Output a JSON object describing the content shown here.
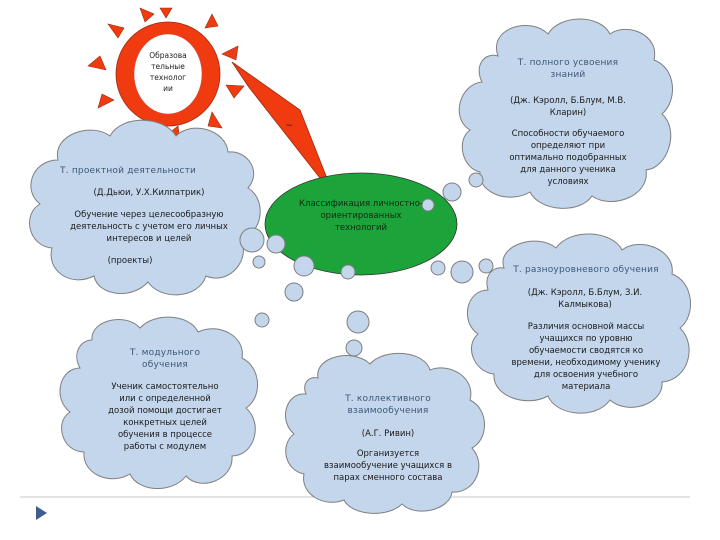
{
  "sun": {
    "label": "Образова\nтельные\nтехнолог\nии"
  },
  "arrow_mark": "~",
  "center": {
    "label": "Классификация личностно-\nориентированных\nтехнологий"
  },
  "clouds": {
    "full_mastery": {
      "title": "Т. полного усвоения\nзнаний",
      "authors": "(Дж. Кэролл, Б.Блум, М.В.\nКларин)",
      "desc": "Способности обучаемого\nопределяют при\nоптимально подобранных\nдля данного ученика\nусловиях"
    },
    "project": {
      "title": "Т. проектной деятельности",
      "authors": "(Д.Дьюи, У.Х.Килпатрик)",
      "desc": "Обучение через целесообразную\nдеятельность с учетом его личных\nинтересов и целей",
      "note": "(проекты)"
    },
    "multilevel": {
      "title": "Т. разноуровневого обучения",
      "authors": "(Дж. Кэролл, Б.Блум, З.И.\nКалмыкова)",
      "desc": "Различия основной массы\nучащихся по уровню\nобучаемости сводятся ко\nвремени, необходимому ученику\nдля освоения учебного\nматериала"
    },
    "modular": {
      "title": "Т. модульного\nобучения",
      "desc": "Ученик самостоятельно\nили с определенной\nдозой помощи достигает\nконкретных целей\nобучения в процессе\nработы с модулем"
    },
    "collective": {
      "title": "Т. коллективного\nвзаимообучения",
      "authors": "(А.Г. Ривин)",
      "desc": "Организуется\nвзаимообучение учащихся в\nпарах сменного состава"
    }
  },
  "colors": {
    "cloud_fill": "#c3d6ec",
    "cloud_stroke": "#7f7f7f",
    "center_fill": "#1ca33a",
    "sun_fill": "#f03b10",
    "sun_core": "#ffffff",
    "title_color": "#3f5877",
    "nav_arrow": "#3f5d8f"
  }
}
